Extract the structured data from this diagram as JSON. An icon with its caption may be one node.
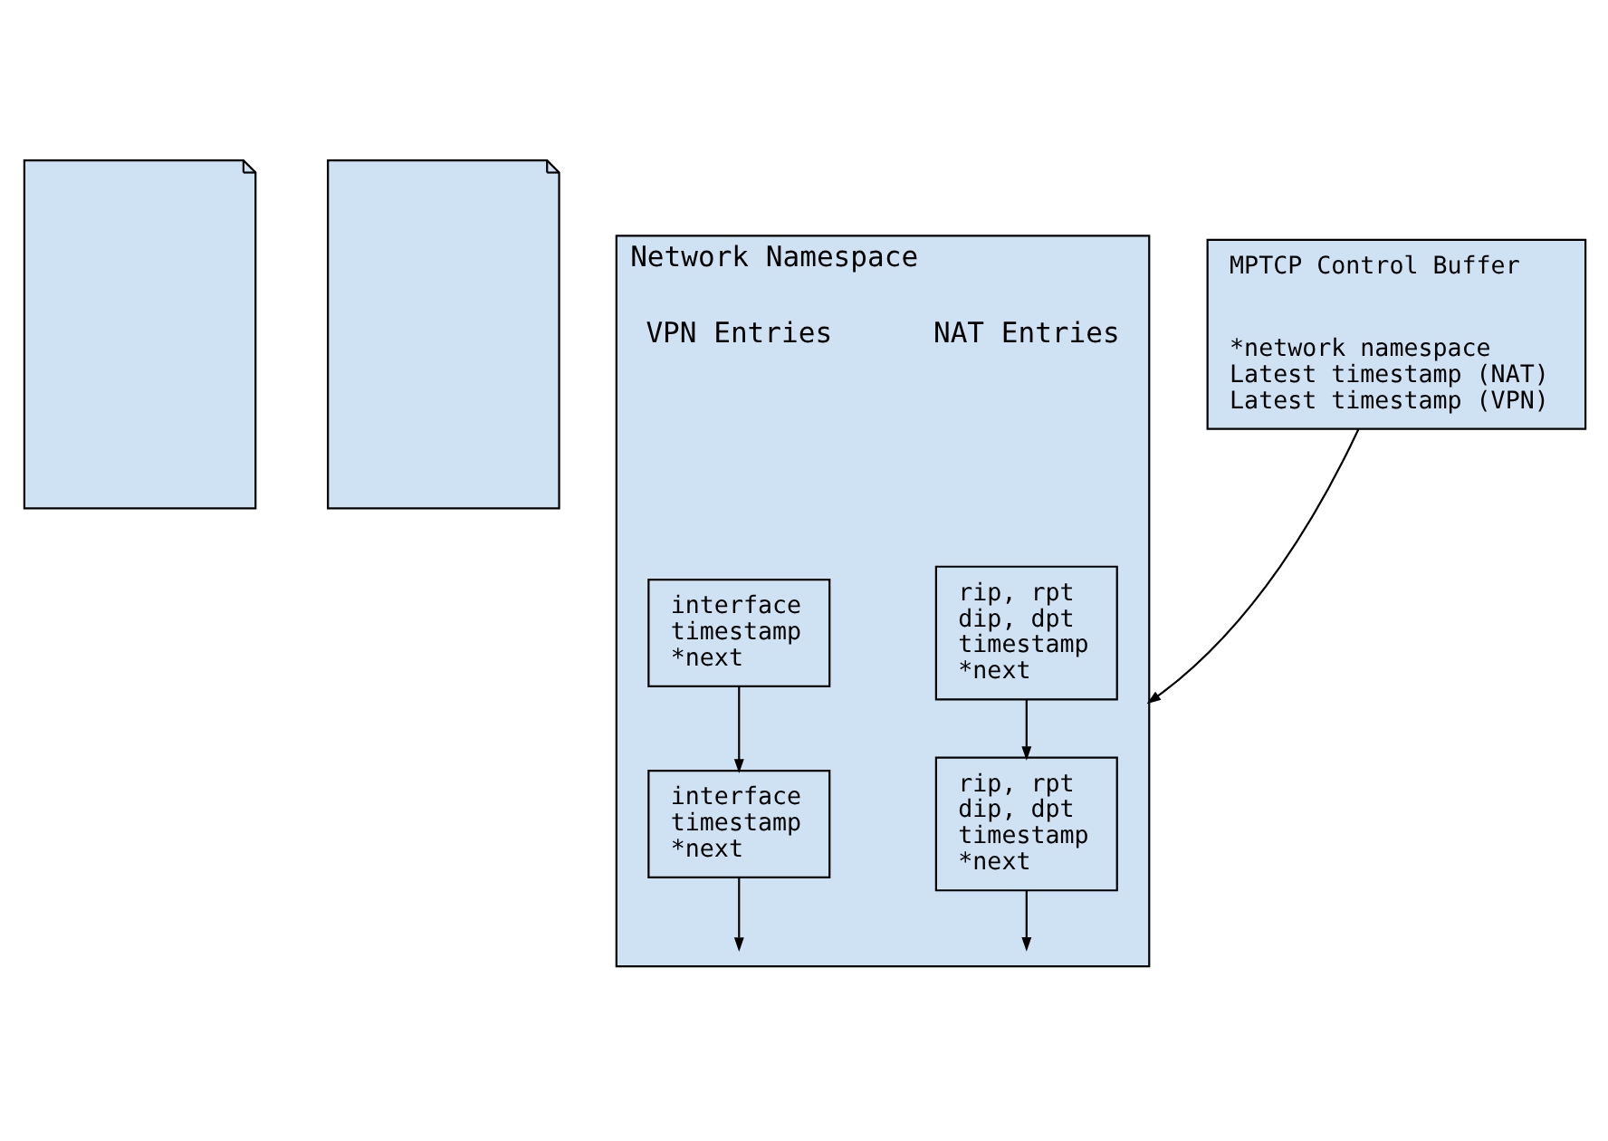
{
  "diagram": {
    "nodes": [
      {
        "text": [],
        "shape": "document"
      },
      {
        "text": [],
        "shape": "document"
      },
      {
        "text": [
          "Network Namespace"
        ]
      },
      {
        "text": [
          "rip, rpt dip, dpt timestamp *next"
        ],
        "in": 2
      },
      {
        "text": [
          "rip, rpt dip, dpt timestamp *next"
        ],
        "in": 2
      },
      {
        "text": [
          "interface timestamp *next"
        ],
        "in": 2
      },
      {
        "text": [
          "interface timestamp *next"
        ],
        "in": 2
      },
      {
        "text": [
          "MPTCP Control Buffer",
          "*network namespace Latest timestamp (NAT) Latest timestamp (VPN)"
        ]
      }
    ],
    "edges": [
      {
        "from": 3,
        "to": 4,
        "arrow": "to"
      },
      {
        "from": 5,
        "to": 6,
        "arrow": "to"
      },
      {
        "from": 4,
        "to": null,
        "arrow": "to"
      },
      {
        "from": 6,
        "to": null,
        "arrow": "to"
      },
      {
        "from": 7,
        "to": 2,
        "arrow": "to"
      }
    ],
    "labels": [
      "NAT Entries",
      "VPN Entries"
    ]
  }
}
